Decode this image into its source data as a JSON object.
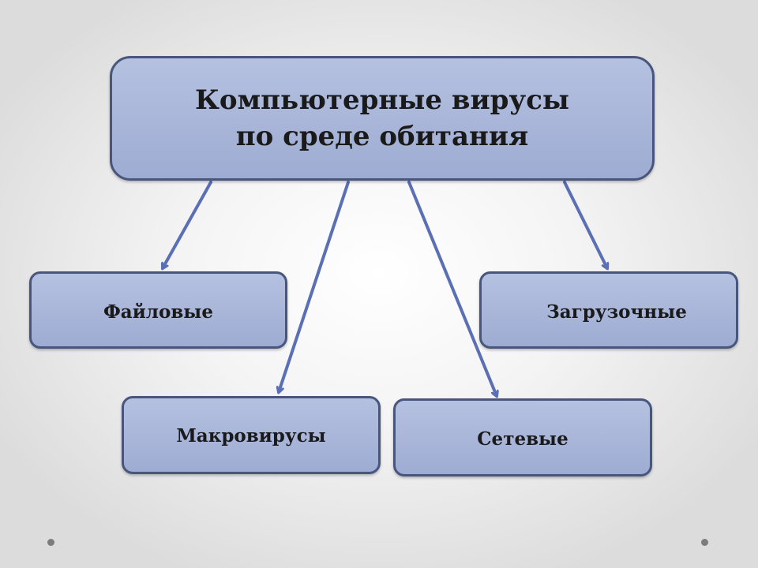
{
  "diagram": {
    "root": {
      "line1": "Компьютерные вирусы",
      "line2": "по среде обитания"
    },
    "children": [
      {
        "id": "files",
        "label": "Файловые"
      },
      {
        "id": "macro",
        "label": "Макровирусы"
      },
      {
        "id": "net",
        "label": "Сетевые"
      },
      {
        "id": "boot",
        "label": "Загрузочные"
      }
    ],
    "edges": [
      {
        "from": "root",
        "to": "files"
      },
      {
        "from": "root",
        "to": "macro"
      },
      {
        "from": "root",
        "to": "net"
      },
      {
        "from": "root",
        "to": "boot"
      }
    ]
  },
  "colors": {
    "node_fill": "#a7b4d8",
    "node_border": "#48567e",
    "arrow": "#5b6fb4",
    "text": "#1a1a1a"
  }
}
